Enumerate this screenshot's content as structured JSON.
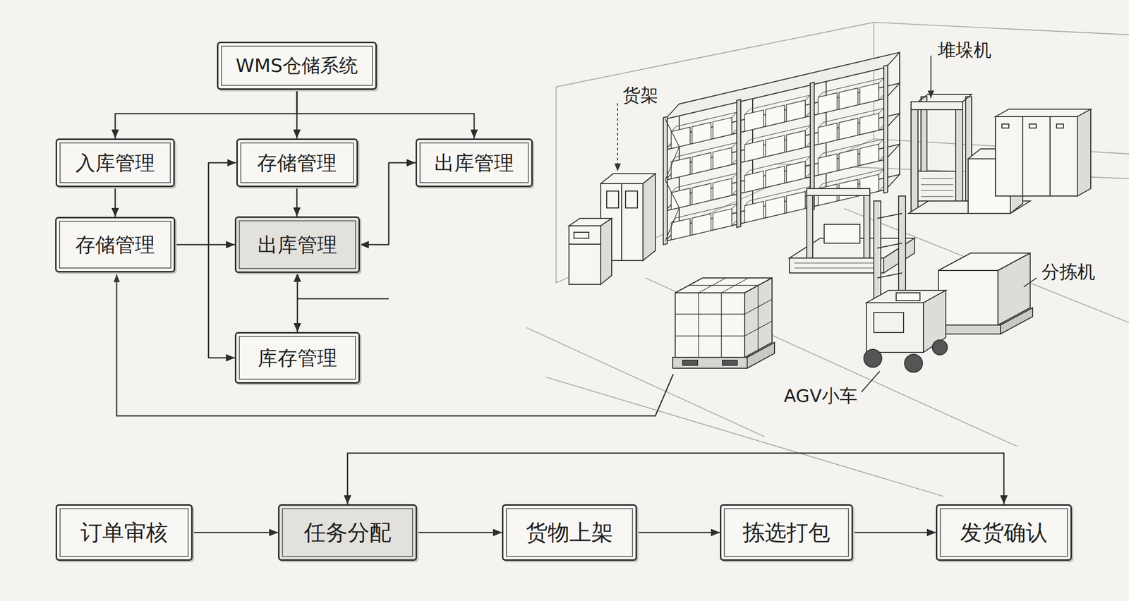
{
  "diagram": {
    "nodes": [
      {
        "text": [
          "WMS仓储系统"
        ]
      },
      {
        "text": [
          "入库管理"
        ]
      },
      {
        "text": [
          "存储管理"
        ]
      },
      {
        "text": [
          "出库管理"
        ]
      },
      {
        "text": [
          "存储管理"
        ]
      },
      {
        "text": [
          "出库管理"
        ]
      },
      {
        "text": [
          "库存管理"
        ]
      },
      {
        "text": [
          "订单审核"
        ]
      },
      {
        "text": [
          "任务分配"
        ]
      },
      {
        "text": [
          "货物上架"
        ]
      },
      {
        "text": [
          "拣选打包"
        ]
      },
      {
        "text": [
          "发货确认"
        ]
      }
    ],
    "edges": [
      {
        "from": 0,
        "to": 1,
        "arrow": "to"
      },
      {
        "from": 0,
        "to": 2,
        "arrow": "to"
      },
      {
        "from": 0,
        "to": 3,
        "arrow": "to"
      },
      {
        "from": 1,
        "to": 4,
        "arrow": "to"
      },
      {
        "from": 2,
        "to": 5,
        "arrow": "to"
      },
      {
        "from": 4,
        "to": 5,
        "arrow": "to"
      },
      {
        "from": 3,
        "to": 5,
        "arrow": "both"
      },
      {
        "from": 2,
        "to": 6,
        "arrow": "both"
      },
      {
        "from": 5,
        "to": 6,
        "arrow": "both"
      },
      {
        "from": 7,
        "to": 8,
        "arrow": "to"
      },
      {
        "from": 8,
        "to": 9,
        "arrow": "to"
      },
      {
        "from": 9,
        "to": 10,
        "arrow": "to"
      },
      {
        "from": 10,
        "to": 11,
        "arrow": "to"
      },
      {
        "from": 8,
        "to": 11,
        "arrow": "both"
      }
    ],
    "labels": [
      "货架",
      "堆垛机",
      "分拣机",
      "AGV小车"
    ]
  }
}
